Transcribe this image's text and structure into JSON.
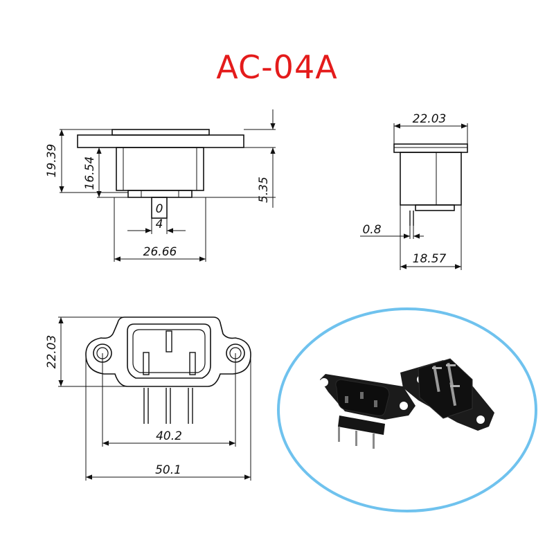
{
  "title": "AC-04A",
  "title_color": "#e41b1b",
  "photo_frame_color": "#6fc2ee",
  "front_view": {
    "dim_total_height": "19.39",
    "dim_body_height": "16.54",
    "dim_pin_length": "5.35",
    "dim_pin_zero": "0",
    "dim_pin_width": "4",
    "dim_body_width": "26.66"
  },
  "side_view": {
    "dim_width": "22.03",
    "dim_pin_thickness": "0.8",
    "dim_depth": "18.57"
  },
  "top_view": {
    "dim_height": "22.03",
    "dim_hole_spacing": "40.2",
    "dim_total_width": "50.1"
  },
  "photo": {
    "icon": "iec-c14-socket-photo-icon"
  }
}
